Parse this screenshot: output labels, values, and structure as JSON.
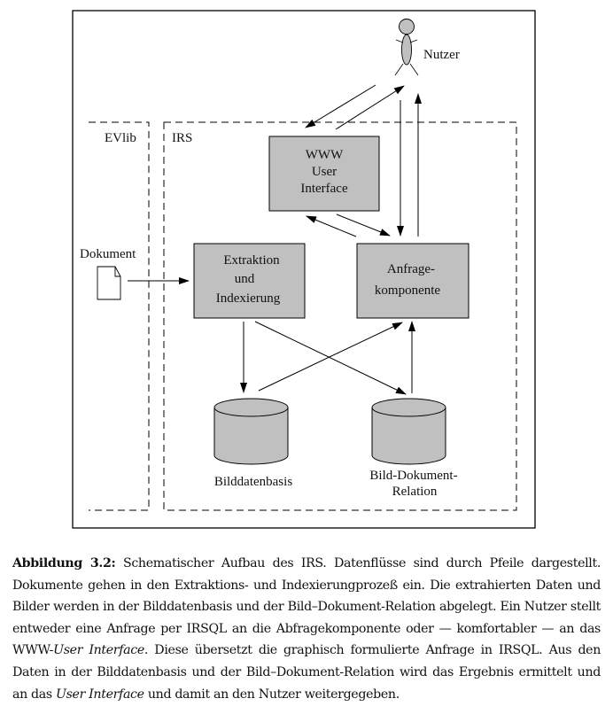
{
  "diagram": {
    "regions": {
      "evlib": "EVlib",
      "irs": "IRS"
    },
    "actor": {
      "label": "Nutzer",
      "icon": "stick-figure-icon"
    },
    "document": {
      "label": "Dokument",
      "icon": "document-icon"
    },
    "boxes": {
      "www_ui": [
        "WWW",
        "User",
        "Interface"
      ],
      "extraktion": [
        "Extraktion",
        "und",
        "Indexierung"
      ],
      "anfrage": [
        "Anfrage-",
        "komponente"
      ]
    },
    "databases": {
      "bilddatenbasis": [
        "Bilddatenbasis"
      ],
      "relation": [
        "Bild-Dokument-",
        "Relation"
      ]
    },
    "colors": {
      "box_fill": "#c0c0c0",
      "stroke": "#000000"
    },
    "flows": [
      {
        "from": "WWW User Interface",
        "to": "Nutzer"
      },
      {
        "from": "Nutzer",
        "to": "WWW User Interface"
      },
      {
        "from": "Nutzer",
        "to": "Anfragekomponente"
      },
      {
        "from": "Anfragekomponente",
        "to": "Nutzer"
      },
      {
        "from": "Anfragekomponente",
        "to": "WWW User Interface"
      },
      {
        "from": "WWW User Interface",
        "to": "Anfragekomponente"
      },
      {
        "from": "Dokument",
        "to": "Extraktion und Indexierung"
      },
      {
        "from": "Extraktion und Indexierung",
        "to": "Bilddatenbasis"
      },
      {
        "from": "Extraktion und Indexierung",
        "to": "Bild-Dokument-Relation"
      },
      {
        "from": "Bilddatenbasis",
        "to": "Anfragekomponente"
      },
      {
        "from": "Bild-Dokument-Relation",
        "to": "Anfragekomponente"
      }
    ]
  },
  "caption": {
    "label": "Abbildung 3.2:",
    "part1": " Schematischer Aufbau des IRS. Datenflüsse sind durch Pfeile dargestellt. Dokumente gehen in den Extraktions- und Indexierungprozeß ein. Die extrahierten Daten und Bilder werden in der Bilddatenbasis und der Bild–Dokument-Relation abgelegt. Ein Nutzer stellt entweder eine Anfrage per IRSQL an die Abfragekomponente oder — komfortabler — an das WWW-",
    "em1": "User Interface",
    "part2": ". Diese übersetzt die graphisch formulierte Anfrage in IRSQL. Aus den Daten in der Bilddatenbasis und der Bild–Dokument-Relation wird das Ergebnis ermittelt und an das ",
    "em2": "User Interface",
    "part3": " und damit an den Nutzer weitergegeben."
  }
}
